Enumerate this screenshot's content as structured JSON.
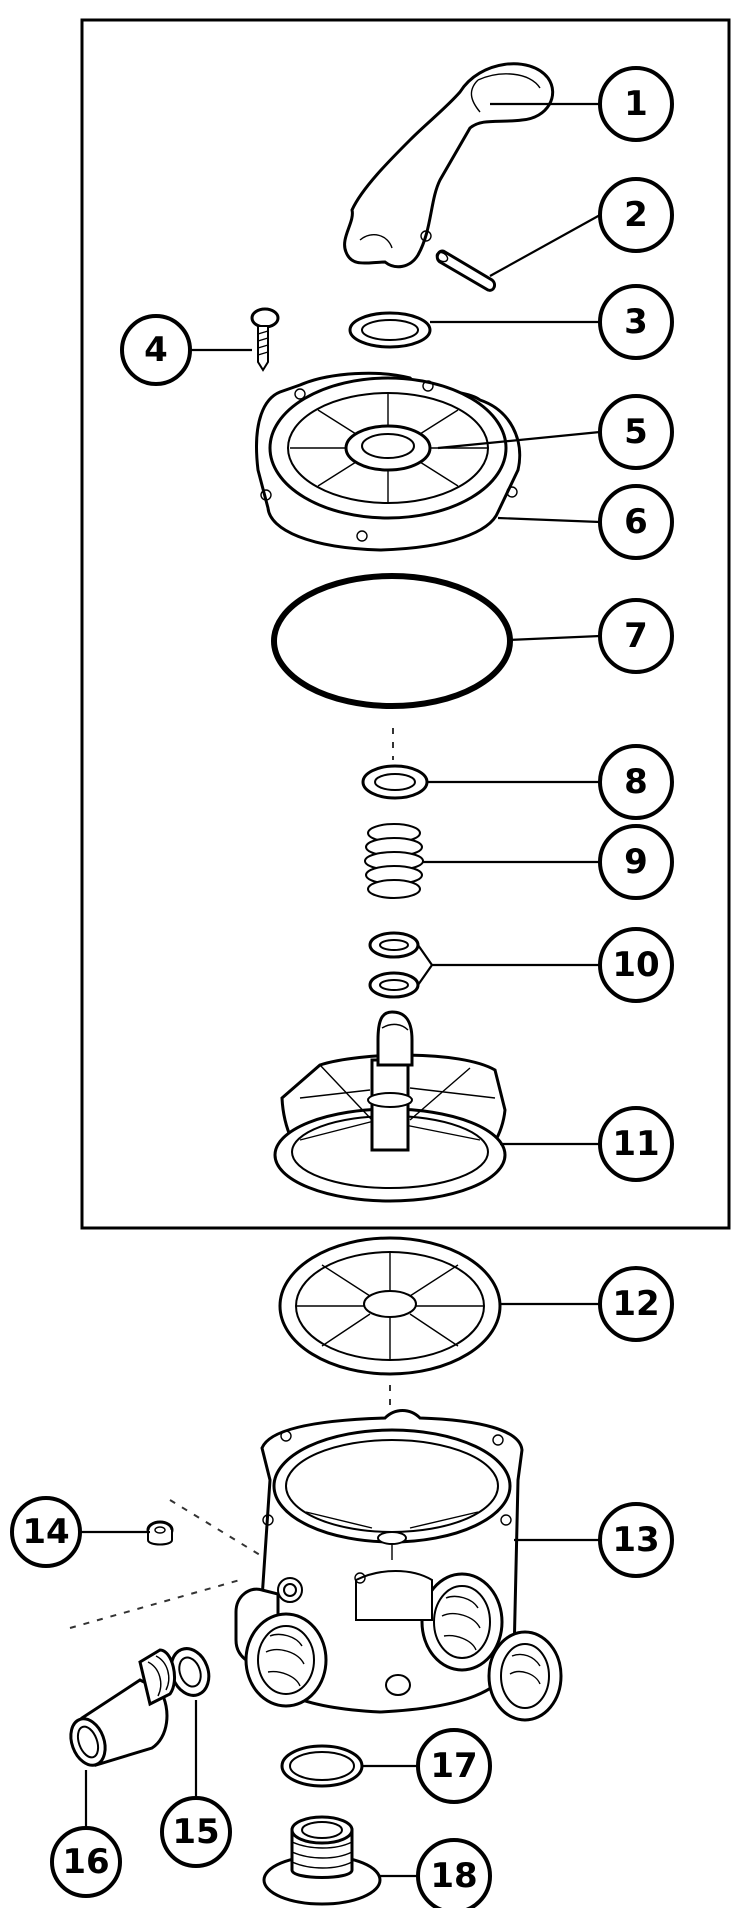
{
  "callouts": [
    {
      "label": "1"
    },
    {
      "label": "2"
    },
    {
      "label": "3"
    },
    {
      "label": "4"
    },
    {
      "label": "5"
    },
    {
      "label": "6"
    },
    {
      "label": "7"
    },
    {
      "label": "8"
    },
    {
      "label": "9"
    },
    {
      "label": "10"
    },
    {
      "label": "11"
    },
    {
      "label": "12"
    },
    {
      "label": "13"
    },
    {
      "label": "14"
    },
    {
      "label": "15"
    },
    {
      "label": "16"
    },
    {
      "label": "17"
    },
    {
      "label": "18"
    }
  ],
  "parts": [
    {
      "name": "handle"
    },
    {
      "name": "pin"
    },
    {
      "name": "washer"
    },
    {
      "name": "screw"
    },
    {
      "name": "valve-cover-inner"
    },
    {
      "name": "valve-cover"
    },
    {
      "name": "cover-o-ring"
    },
    {
      "name": "small-o-ring"
    },
    {
      "name": "spring"
    },
    {
      "name": "shaft-o-rings"
    },
    {
      "name": "rotor-with-shaft"
    },
    {
      "name": "rotor-gasket"
    },
    {
      "name": "valve-body"
    },
    {
      "name": "pressure-gauge-port-plug"
    },
    {
      "name": "union-o-ring"
    },
    {
      "name": "union-adapter"
    },
    {
      "name": "drain-o-ring"
    },
    {
      "name": "drain-plug"
    }
  ]
}
